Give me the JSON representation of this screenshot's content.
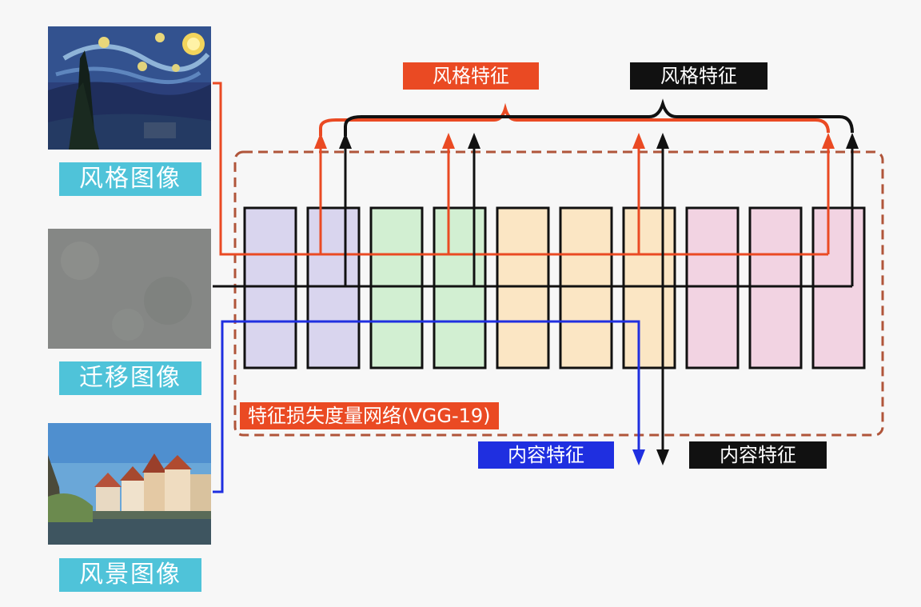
{
  "images": {
    "style": {
      "caption": "风格图像"
    },
    "transfer": {
      "caption": "迁移图像"
    },
    "scene": {
      "caption": "风景图像"
    }
  },
  "features": {
    "style_red": "风格特征",
    "style_black": "风格特征",
    "content_blue": "内容特征",
    "content_black": "内容特征"
  },
  "network": {
    "label": "特征损失度量网络(VGG-19)",
    "layer_groups": [
      {
        "color": "#d9d5ee",
        "count": 2
      },
      {
        "color": "#d2efd2",
        "count": 2
      },
      {
        "color": "#fbe6c4",
        "count": 3
      },
      {
        "color": "#f2d3e2",
        "count": 3
      }
    ]
  },
  "colors": {
    "style_path": "#ea4a23",
    "transfer_path": "#111111",
    "content_path": "#1f2fe0",
    "caption_bg": "#4fc3d9",
    "dashed_box": "#b0553a"
  }
}
